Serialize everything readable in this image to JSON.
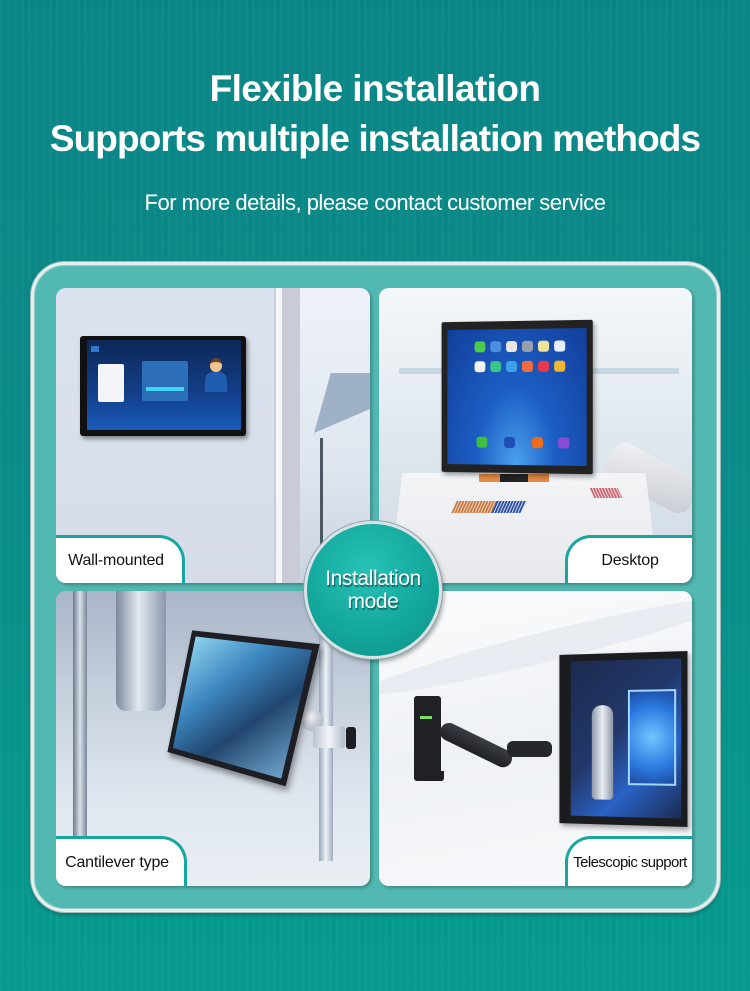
{
  "header": {
    "title_line1": "Flexible installation",
    "title_line2": "Supports multiple installation methods",
    "subtitle": "For more details, please contact customer service"
  },
  "center_badge": {
    "line1": "Installation",
    "line2": "mode"
  },
  "installation_methods": [
    {
      "label": "Wall-mounted",
      "position": "top-left",
      "image": "wall-mounted-touch-monitor"
    },
    {
      "label": "Desktop",
      "position": "top-right",
      "image": "desktop-monitor-on-console"
    },
    {
      "label": "Cantilever type",
      "position": "bottom-left",
      "image": "cantilever-pole-mounted-monitor"
    },
    {
      "label": "Telescopic support",
      "position": "bottom-right",
      "image": "telescopic-arm-wall-monitor"
    }
  ],
  "colors": {
    "background": "#0b8a88",
    "frame_fill": "#52b8b2",
    "frame_border": "#e6eeee",
    "tab_border": "#17a7a0",
    "badge": "#14a89d",
    "text_light": "#ffffff",
    "text_dark": "#111111"
  }
}
